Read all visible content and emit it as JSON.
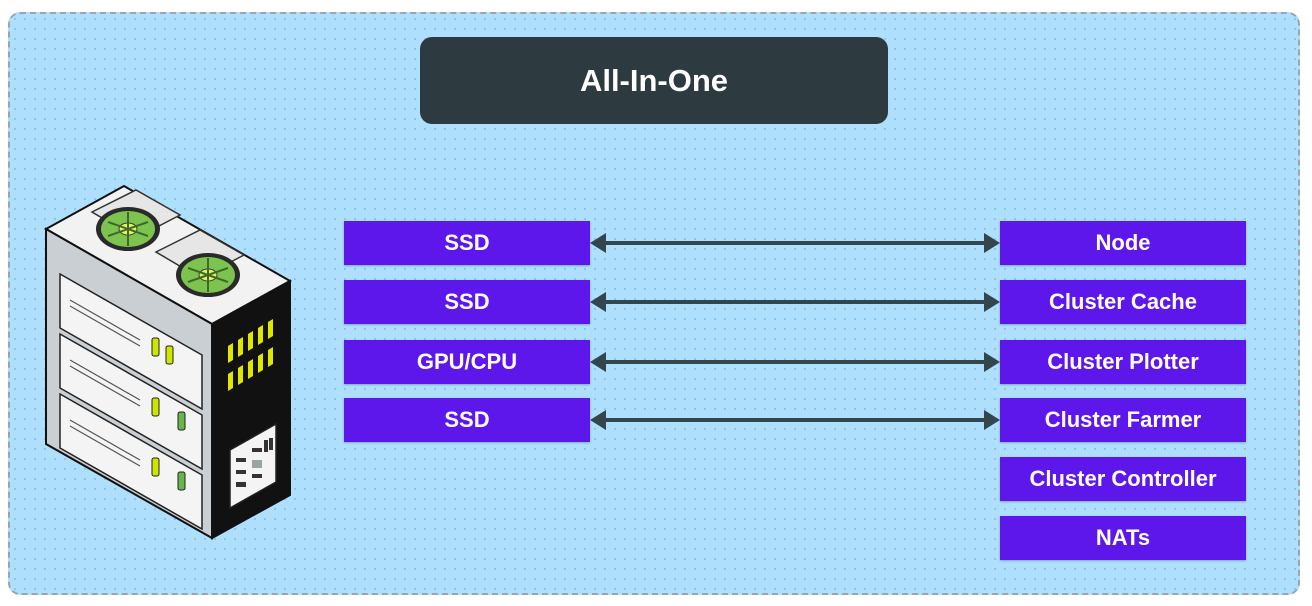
{
  "title": "All-In-One",
  "left_column": [
    "SSD",
    "SSD",
    "GPU/CPU",
    "SSD"
  ],
  "right_column": [
    "Node",
    "Cluster Cache",
    "Cluster Plotter",
    "Cluster Farmer",
    "Cluster Controller",
    "NATs"
  ],
  "connections": [
    {
      "from": "SSD",
      "to": "Node"
    },
    {
      "from": "SSD",
      "to": "Cluster Cache"
    },
    {
      "from": "GPU/CPU",
      "to": "Cluster Plotter"
    },
    {
      "from": "SSD",
      "to": "Cluster Farmer"
    }
  ],
  "colors": {
    "background": "#aee0fd",
    "title_box": "#2d3a40",
    "box": "#5e17eb",
    "arrow": "#33454d"
  },
  "icons": [
    "server-rack-icon"
  ]
}
